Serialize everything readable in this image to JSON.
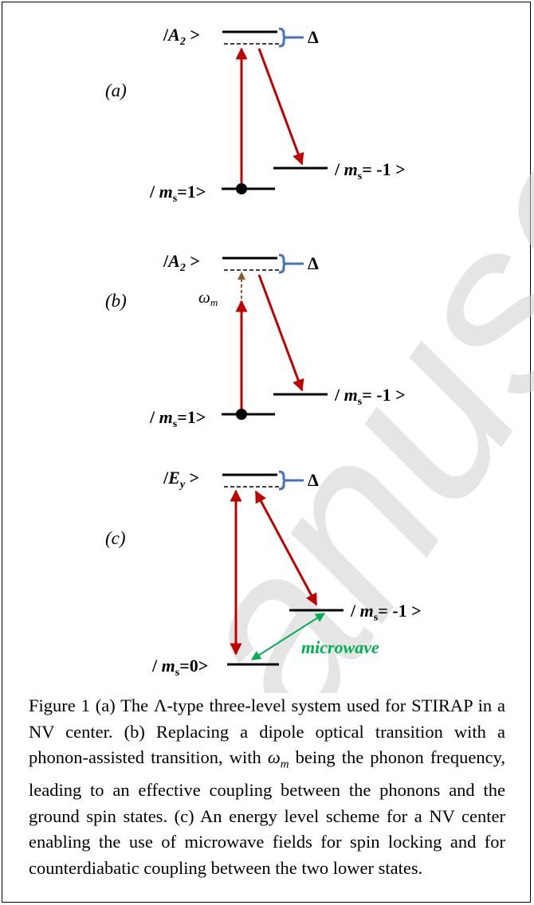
{
  "watermark": {
    "text": "Accepted Manuscript",
    "visible_text": "anuscript"
  },
  "panels": [
    {
      "label": "(a)",
      "upper_ket": "A",
      "upper_sub": "2",
      "delta": "Δ",
      "ground_left_ket": "m",
      "ground_left_sub": "s",
      "ground_left_value": "=1",
      "ground_right_ket": "m",
      "ground_right_sub": "s",
      "ground_right_value": "= -1"
    },
    {
      "label": "(b)",
      "upper_ket": "A",
      "upper_sub": "2",
      "delta": "Δ",
      "phonon_symbol": "ω",
      "phonon_sub": "m",
      "ground_left_ket": "m",
      "ground_left_sub": "s",
      "ground_left_value": "=1",
      "ground_right_ket": "m",
      "ground_right_sub": "s",
      "ground_right_value": "= -1"
    },
    {
      "label": "(c)",
      "upper_ket": "E",
      "upper_sub": "y",
      "delta": "Δ",
      "microwave_label": "microwave",
      "ground_left_ket": "m",
      "ground_left_sub": "s",
      "ground_left_value": "=0",
      "ground_right_ket": "m",
      "ground_right_sub": "s",
      "ground_right_value": "= -1"
    }
  ],
  "colors": {
    "optical_arrow": "#c00000",
    "delta_bracket": "#4472c4",
    "phonon_arrow": "#8b5a2b",
    "microwave": "#00b050",
    "levels": "#000000"
  },
  "caption": {
    "intro": "Figure 1 (a) The Λ-type three-level system used for STIRAP in a NV center. (b) Replacing a dipole optical transition with a phonon-assisted transition, with ",
    "symbol": "ω",
    "symbol_sub": "m",
    "rest": " being the phonon frequency, leading to an effective coupling between the phonons and the ground spin states. (c) An energy level scheme for a NV center enabling the use of microwave fields for spin locking and for counterdiabatic coupling between the two lower states."
  }
}
